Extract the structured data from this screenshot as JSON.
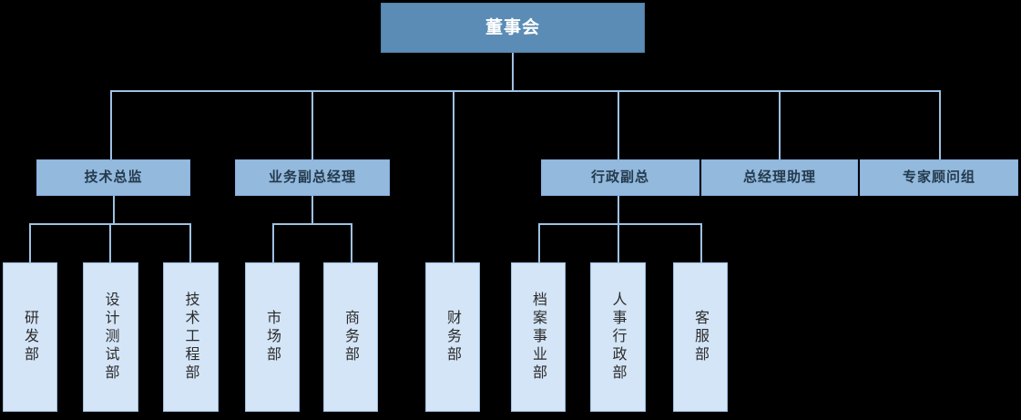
{
  "chart": {
    "type": "org-chart",
    "title": "董事会",
    "palette": {
      "background": "#000000",
      "root_fill": "#5b8cb5",
      "root_text": "#ffffff",
      "level2_fill": "#93b9dd",
      "level2_text": "#243a4d",
      "leaf_fill": "#d4e5f7",
      "leaf_text": "#2b2b2b",
      "connector": "#9fc1e2"
    },
    "levels": {
      "root": "董事会",
      "level2": [
        "技术总监",
        "业务副总经理",
        "行政副总",
        "总经理助理",
        "专家顾问组"
      ],
      "leaves": [
        "研发部",
        "设计测试部",
        "技术工程部",
        "市场部",
        "商务部",
        "财务部",
        "档案事业部",
        "人事行政部",
        "客服部"
      ]
    },
    "hierarchy": {
      "董事会": [
        "技术总监",
        "业务副总经理",
        "财务部",
        "行政副总",
        "总经理助理",
        "专家顾问组"
      ],
      "技术总监": [
        "研发部",
        "设计测试部",
        "技术工程部"
      ],
      "业务副总经理": [
        "市场部",
        "商务部"
      ],
      "行政副总": [
        "档案事业部",
        "人事行政部",
        "客服部"
      ],
      "总经理助理": [],
      "专家顾问组": []
    }
  }
}
